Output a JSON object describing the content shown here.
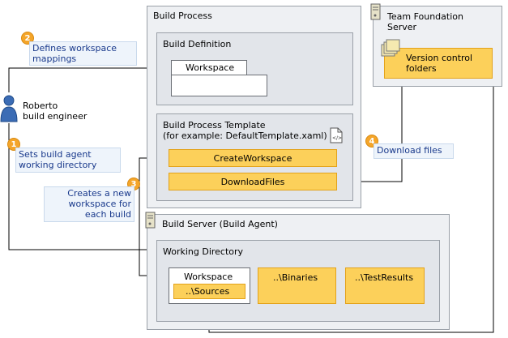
{
  "build_process": {
    "title": "Build Process",
    "build_definition": {
      "title": "Build Definition",
      "workspace_tab": "Workspace"
    },
    "template": {
      "title": "Build Process Template",
      "subtitle": "(for example: DefaultTemplate.xaml)",
      "create_workspace": "CreateWorkspace",
      "download_files": "DownloadFiles"
    }
  },
  "tfs": {
    "title_line1": "Team Foundation",
    "title_line2": "Server",
    "folders_line1": "Version control",
    "folders_line2": "folders"
  },
  "build_server": {
    "title": "Build Server (Build Agent)",
    "working_directory": {
      "title": "Working Directory",
      "workspace": "Workspace",
      "sources": "..\\Sources",
      "binaries": "..\\Binaries",
      "test_results": "..\\TestResults"
    }
  },
  "person": {
    "name": "Roberto",
    "role": "build engineer"
  },
  "steps": [
    {
      "number": "1",
      "line1": "Sets build agent",
      "line2": "working directory"
    },
    {
      "number": "2",
      "line1": "Defines workspace",
      "line2": "mappings"
    },
    {
      "number": "3",
      "line1": "Creates a new",
      "line2": "workspace for",
      "line3": "each build"
    },
    {
      "number": "4",
      "line1": "Download files"
    }
  ]
}
